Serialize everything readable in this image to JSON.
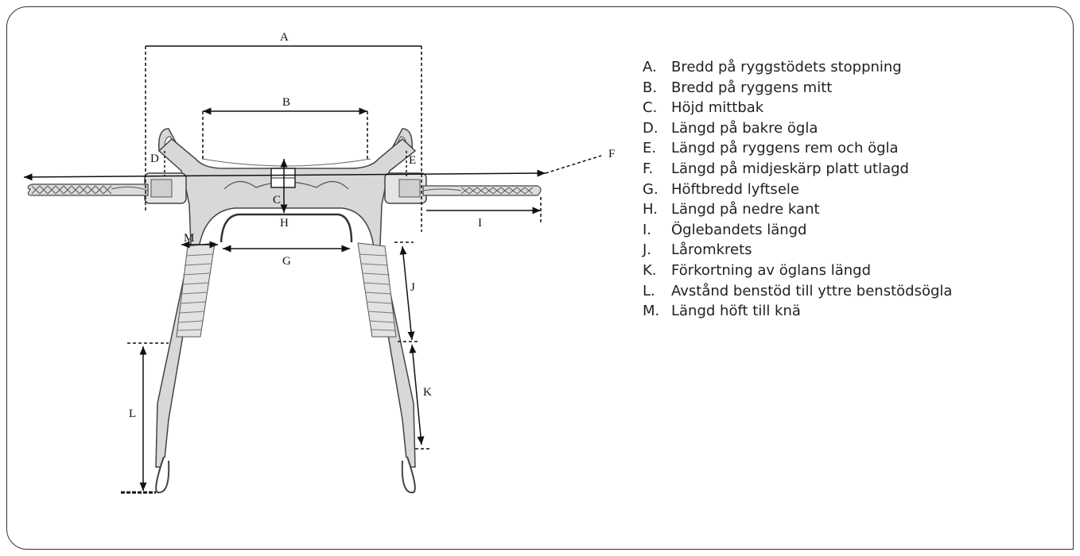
{
  "diagram": {
    "dimension_labels": {
      "A": "A",
      "B": "B",
      "C": "C",
      "D": "D",
      "E": "E",
      "F": "F",
      "G": "G",
      "H": "H",
      "I": "I",
      "J": "J",
      "K": "K",
      "L": "L",
      "M": "M"
    }
  },
  "legend": [
    {
      "key": "A.",
      "text": "Bredd på ryggstödets stoppning"
    },
    {
      "key": "B.",
      "text": "Bredd på ryggens mitt"
    },
    {
      "key": "C.",
      "text": "Höjd mittbak"
    },
    {
      "key": "D.",
      "text": "Längd på bakre ögla"
    },
    {
      "key": "E.",
      "text": "Längd på ryggens rem och ögla"
    },
    {
      "key": "F.",
      "text": "Längd på midjeskärp platt utlagd"
    },
    {
      "key": "G.",
      "text": "Höftbredd lyftsele"
    },
    {
      "key": "H.",
      "text": "Längd på nedre kant"
    },
    {
      "key": "I.",
      "text": "Öglebandets längd"
    },
    {
      "key": "J.",
      "text": "Låromkrets"
    },
    {
      "key": "K.",
      "text": "Förkortning av öglans längd"
    },
    {
      "key": "L.",
      "text": "Avstånd benstöd till yttre benstödsögla"
    },
    {
      "key": "M.",
      "text": "Längd höft till knä"
    }
  ]
}
